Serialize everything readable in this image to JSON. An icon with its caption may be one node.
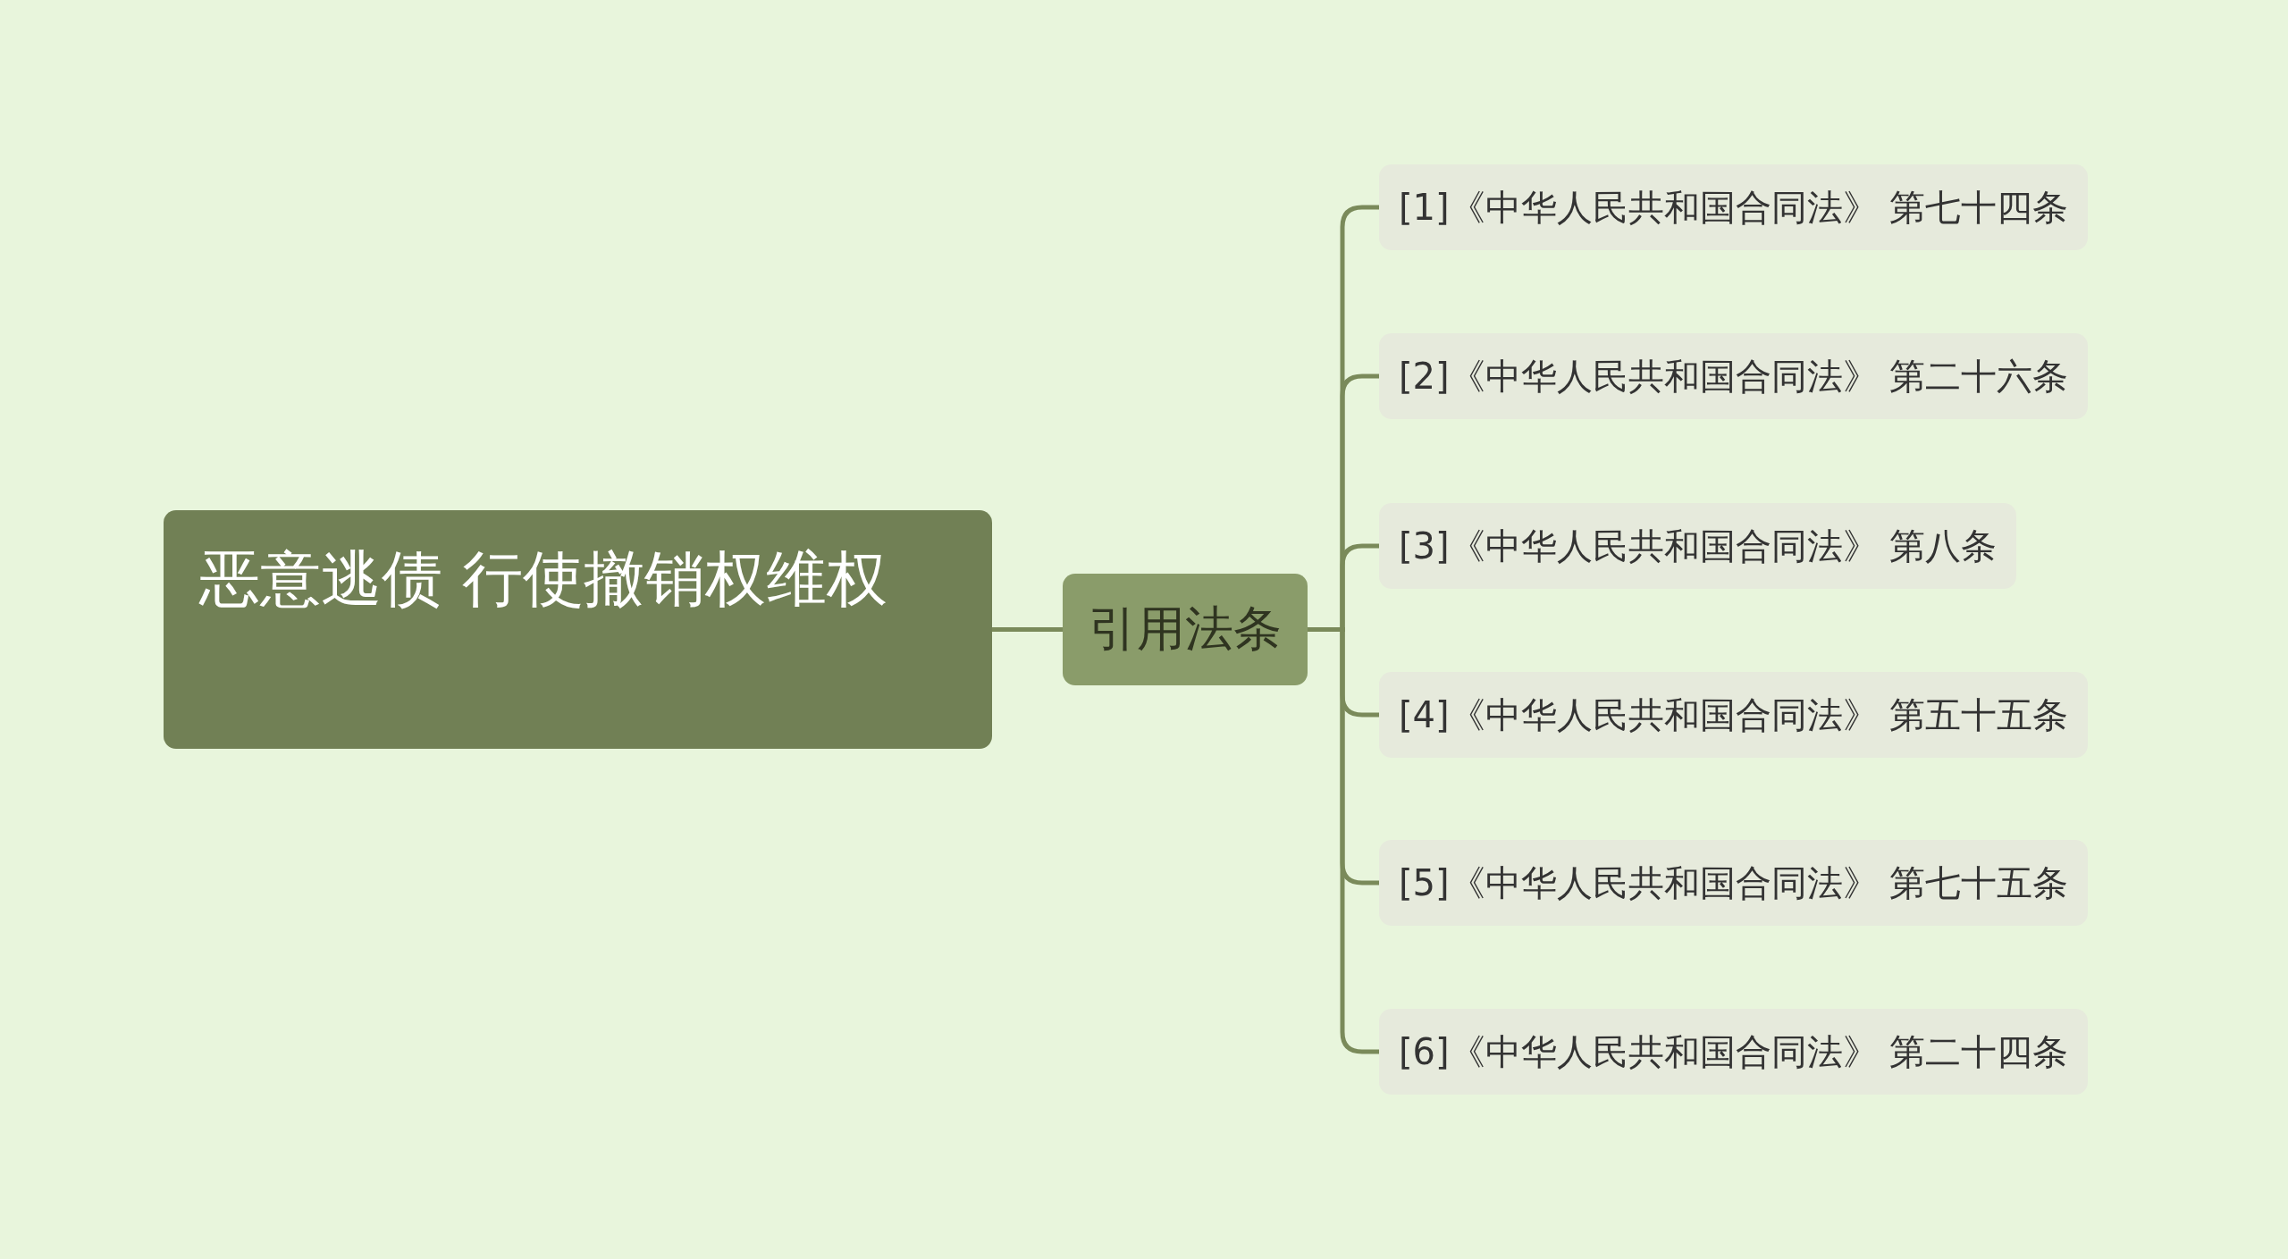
{
  "diagram": {
    "nodes": [
      {
        "text": [
          "恶意逃债 行使撤销权维权"
        ]
      },
      {
        "text": [
          "引用法条"
        ]
      },
      {
        "text": [
          "[1]《中华人民共和国合同法》 第七十四条"
        ]
      },
      {
        "text": [
          "[2]《中华人民共和国合同法》 第二十六条"
        ]
      },
      {
        "text": [
          "[3]《中华人民共和国合同法》 第八条"
        ]
      },
      {
        "text": [
          "[4]《中华人民共和国合同法》 第五十五条"
        ]
      },
      {
        "text": [
          "[5]《中华人民共和国合同法》 第七十五条"
        ]
      },
      {
        "text": [
          "[6]《中华人民共和国合同法》 第二十四条"
        ]
      }
    ],
    "edges": [
      {
        "from": 0,
        "to": 1,
        "arrow": "none"
      },
      {
        "from": 1,
        "to": 2,
        "arrow": "none"
      },
      {
        "from": 1,
        "to": 3,
        "arrow": "none"
      },
      {
        "from": 1,
        "to": 4,
        "arrow": "none"
      },
      {
        "from": 1,
        "to": 5,
        "arrow": "none"
      },
      {
        "from": 1,
        "to": 6,
        "arrow": "none"
      },
      {
        "from": 1,
        "to": 7,
        "arrow": "none"
      }
    ]
  }
}
